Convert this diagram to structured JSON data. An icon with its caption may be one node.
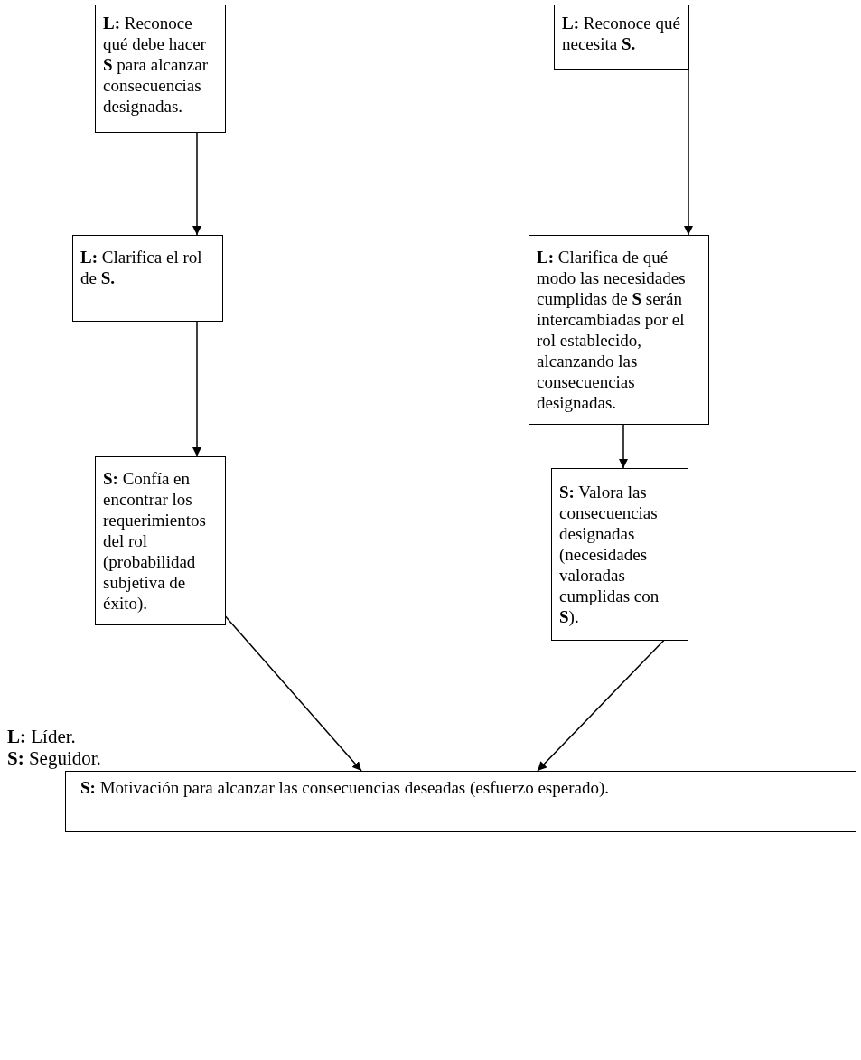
{
  "diagram": {
    "nodes": [
      {
        "text": [
          "**L:** Reconoce qué debe hacer **S** para alcanzar consecuencias designadas."
        ]
      },
      {
        "text": [
          "**L:** Reconoce qué necesita **S.**"
        ]
      },
      {
        "text": [
          "**L:** Clarifica el rol de **S.**"
        ]
      },
      {
        "text": [
          "**L:** Clarifica de qué modo las necesidades cumplidas de **S** serán intercambiadas por el rol establecido, alcanzando las consecuencias designadas."
        ]
      },
      {
        "text": [
          "**S:** Confía en encontrar los requerimientos del rol (probabilidad subjetiva de éxito)."
        ]
      },
      {
        "text": [
          "**S:** Valora las consecuencias designadas (necesidades valoradas cumplidas con **S**)."
        ]
      },
      {
        "text": [
          "**S:** Motivación para alcanzar las consecuencias deseadas (esfuerzo esperado)."
        ]
      }
    ],
    "edges": [
      {
        "from": 0,
        "to": 2,
        "arrow": "to"
      },
      {
        "from": 2,
        "to": 4,
        "arrow": "to"
      },
      {
        "from": 1,
        "to": 3,
        "arrow": "to"
      },
      {
        "from": 3,
        "to": 5,
        "arrow": "to"
      },
      {
        "from": 4,
        "to": 6,
        "arrow": "to"
      },
      {
        "from": 5,
        "to": 6,
        "arrow": "to"
      }
    ],
    "labels": [
      "**L:** Líder.",
      "**S:** Seguidor."
    ]
  }
}
